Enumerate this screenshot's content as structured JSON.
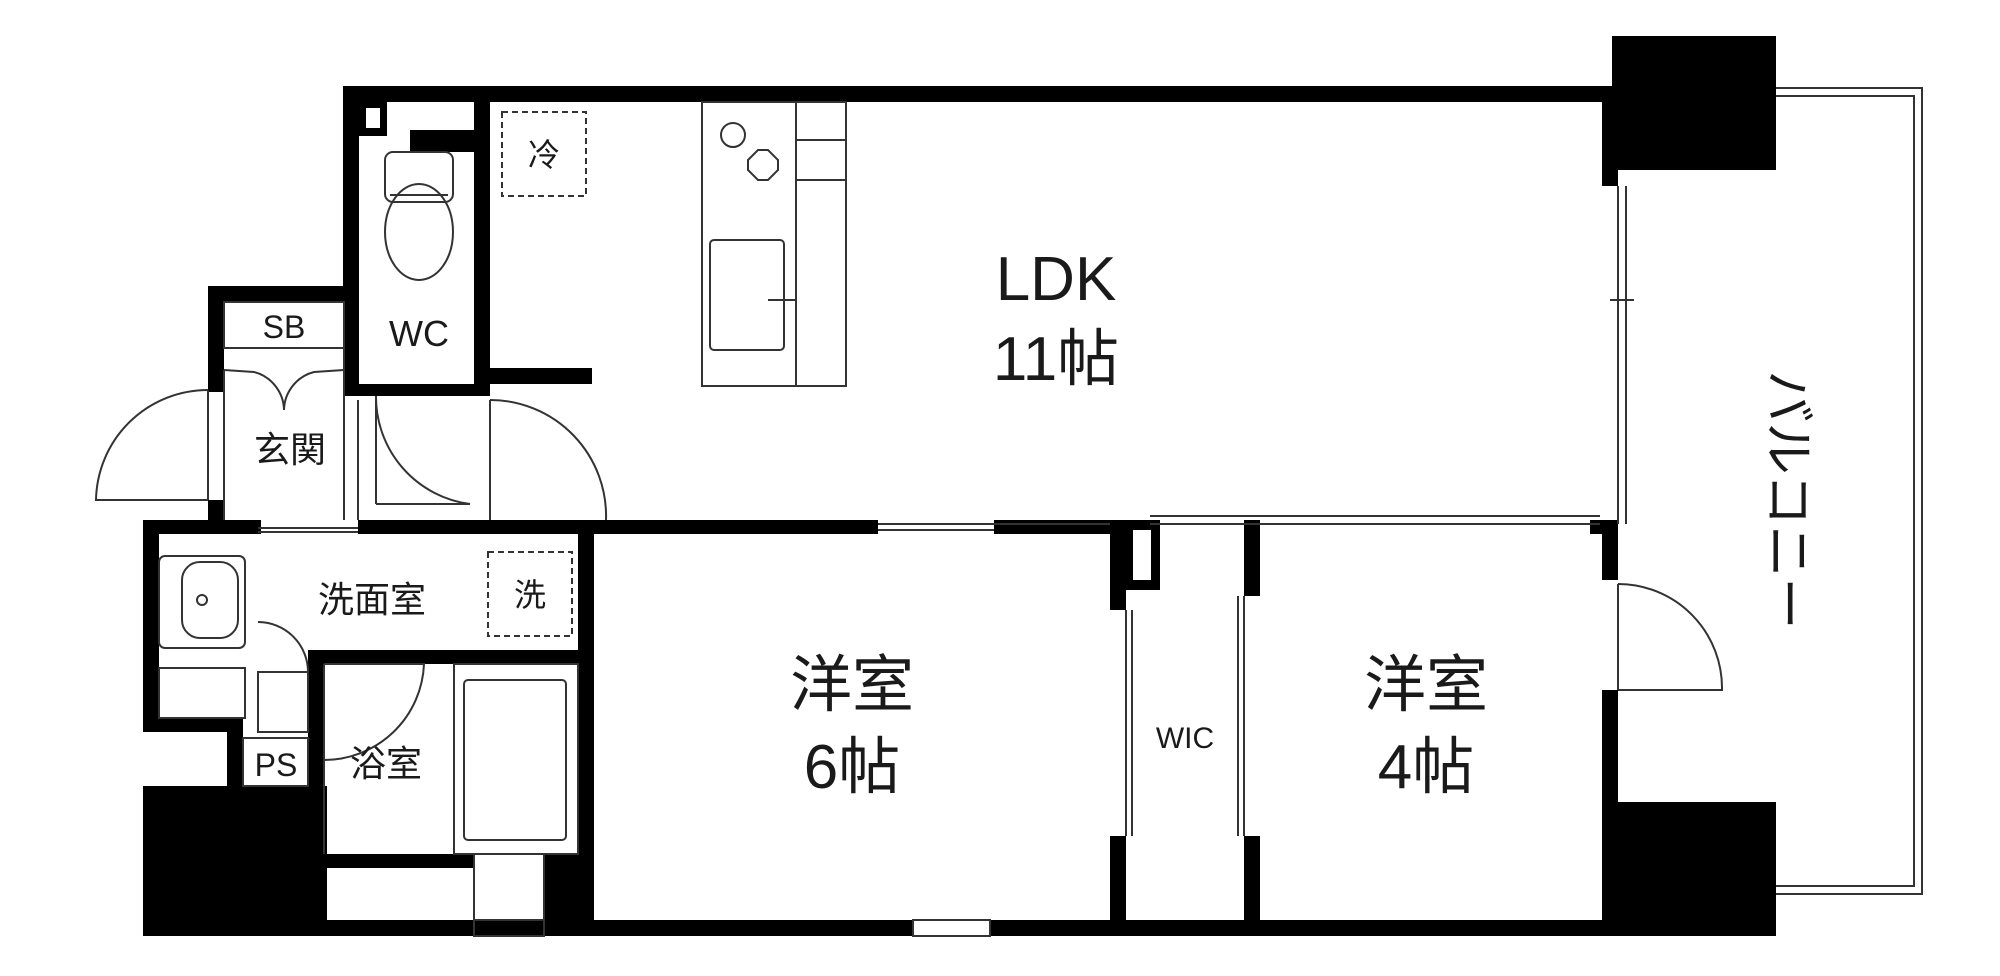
{
  "rooms": {
    "ldk": {
      "name": "LDK",
      "size": "11帖"
    },
    "western_room_1": {
      "name": "洋室",
      "size": "6帖"
    },
    "western_room_2": {
      "name": "洋室",
      "size": "4帖"
    },
    "walk_in_closet": {
      "name": "WIC"
    },
    "washroom": {
      "name": "洗面室"
    },
    "bathroom": {
      "name": "浴室"
    },
    "toilet": {
      "name": "WC"
    },
    "entrance": {
      "name": "玄関"
    },
    "shoe_box": {
      "name": "SB"
    },
    "pipe_space": {
      "name": "PS"
    },
    "balcony": {
      "name": "バルコニー"
    }
  },
  "appliances": {
    "refrigerator": {
      "label": "冷"
    },
    "washing_machine": {
      "label": "洗"
    }
  },
  "colors": {
    "wall": "#000000",
    "line": "#333333",
    "dashed": "#555555",
    "background": "#ffffff"
  }
}
